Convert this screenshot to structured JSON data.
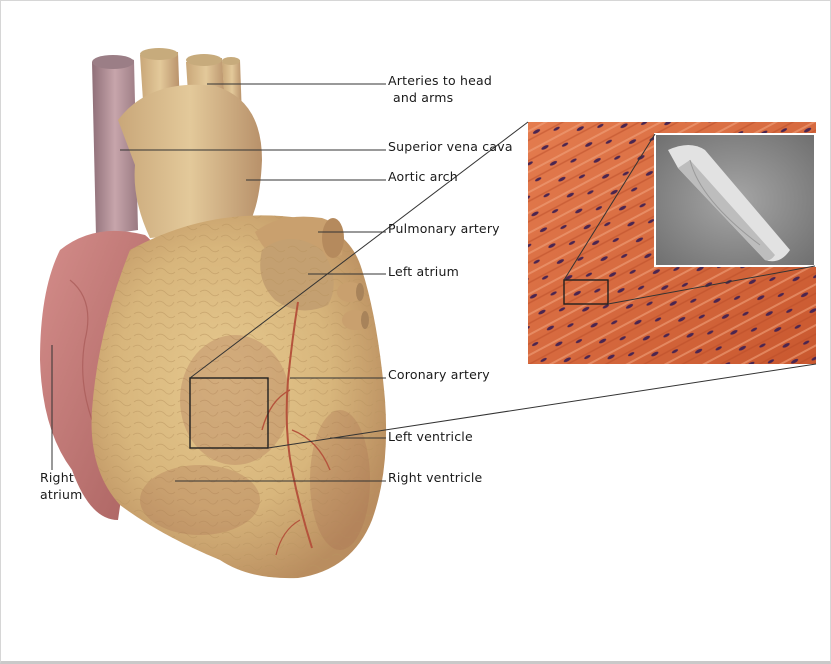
{
  "diagram": {
    "labels": {
      "arteries_line1": "Arteries to head",
      "arteries_line2": "and arms",
      "superior_vena_cava": "Superior vena cava",
      "aortic_arch": "Aortic arch",
      "pulmonary_artery": "Pulmonary artery",
      "left_atrium": "Left atrium",
      "coronary_artery": "Coronary artery",
      "left_ventricle": "Left ventricle",
      "right_ventricle": "Right ventricle",
      "right_atrium_line1": "Right",
      "right_atrium_line2": "atrium"
    },
    "colors": {
      "background": "#ffffff",
      "heart_tan": "#d8b77a",
      "heart_shadow": "#b07a55",
      "atrium_pink": "#c47b7a",
      "vena_cava": "#b38f96",
      "muscle_red": "#d66a3e",
      "sem_gray": "#8e8e8e",
      "leader_line": "#333333"
    }
  }
}
